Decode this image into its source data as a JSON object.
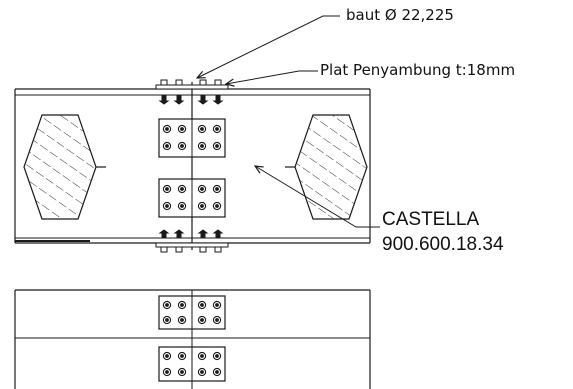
{
  "drawing": {
    "colors": {
      "line": "#1a1a1a",
      "hatch": "#333333",
      "background": "#ffffff"
    },
    "annotations": {
      "bolt": "baut Ø 22,225",
      "plate": "Plat Penyambung t:18mm",
      "profile_name": "CASTELLA",
      "profile_size": "900.600.18.34"
    }
  }
}
